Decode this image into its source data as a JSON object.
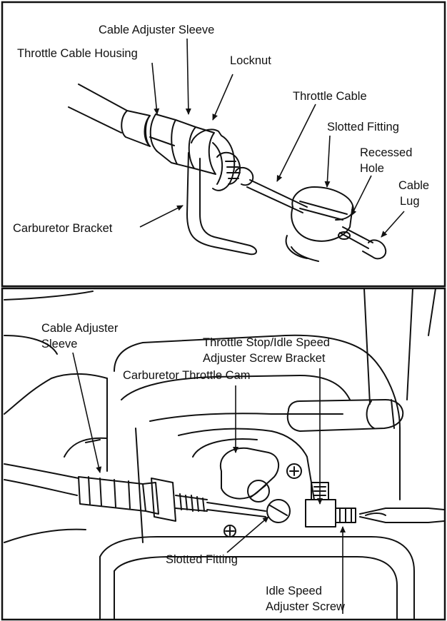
{
  "top_panel": {
    "labels": {
      "cable_adjuster_sleeve": "Cable Adjuster Sleeve",
      "throttle_cable_housing": "Throttle Cable Housing",
      "locknut": "Locknut",
      "throttle_cable": "Throttle Cable",
      "slotted_fitting": "Slotted Fitting",
      "recessed_hole_1": "Recessed",
      "recessed_hole_2": "Hole",
      "cable_lug_1": "Cable",
      "cable_lug_2": "Lug",
      "carburetor_bracket": "Carburetor Bracket"
    }
  },
  "bottom_panel": {
    "labels": {
      "cable_adjuster_sleeve_1": "Cable Adjuster",
      "cable_adjuster_sleeve_2": "Sleeve",
      "throttle_stop_1": "Throttle Stop/Idle Speed",
      "throttle_stop_2": "Adjuster Screw Bracket",
      "carburetor_throttle_cam": "Carburetor Throttle Cam",
      "slotted_fitting": "Slotted Fitting",
      "idle_speed_1": "Idle Speed",
      "idle_speed_2": "Adjuster Screw"
    }
  }
}
